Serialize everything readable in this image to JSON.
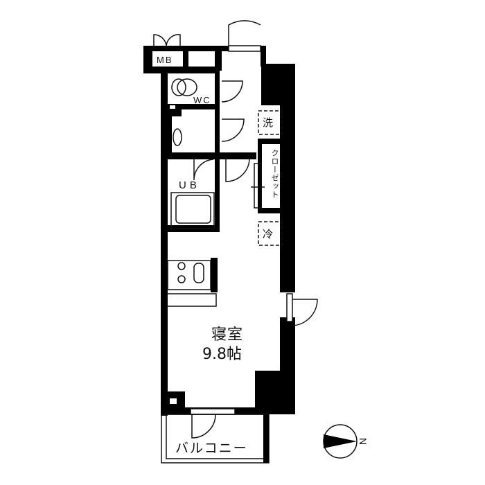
{
  "floor_plan": {
    "rooms": {
      "bedroom": {
        "name": "寝室",
        "size": "9.8帖"
      },
      "meter_box": {
        "label": "MB"
      },
      "toilet": {
        "label": "WC"
      },
      "unit_bath": {
        "label": "UB"
      },
      "washer_space": {
        "label": "洗"
      },
      "closet": {
        "label": "クローゼット"
      },
      "fridge_space": {
        "label": "冷"
      },
      "balcony": {
        "label": "バルコニー"
      }
    },
    "compass": {
      "label": "N",
      "direction": "east-pointing"
    },
    "colors": {
      "wall": "#000000",
      "background": "#ffffff",
      "line": "#111111"
    }
  }
}
